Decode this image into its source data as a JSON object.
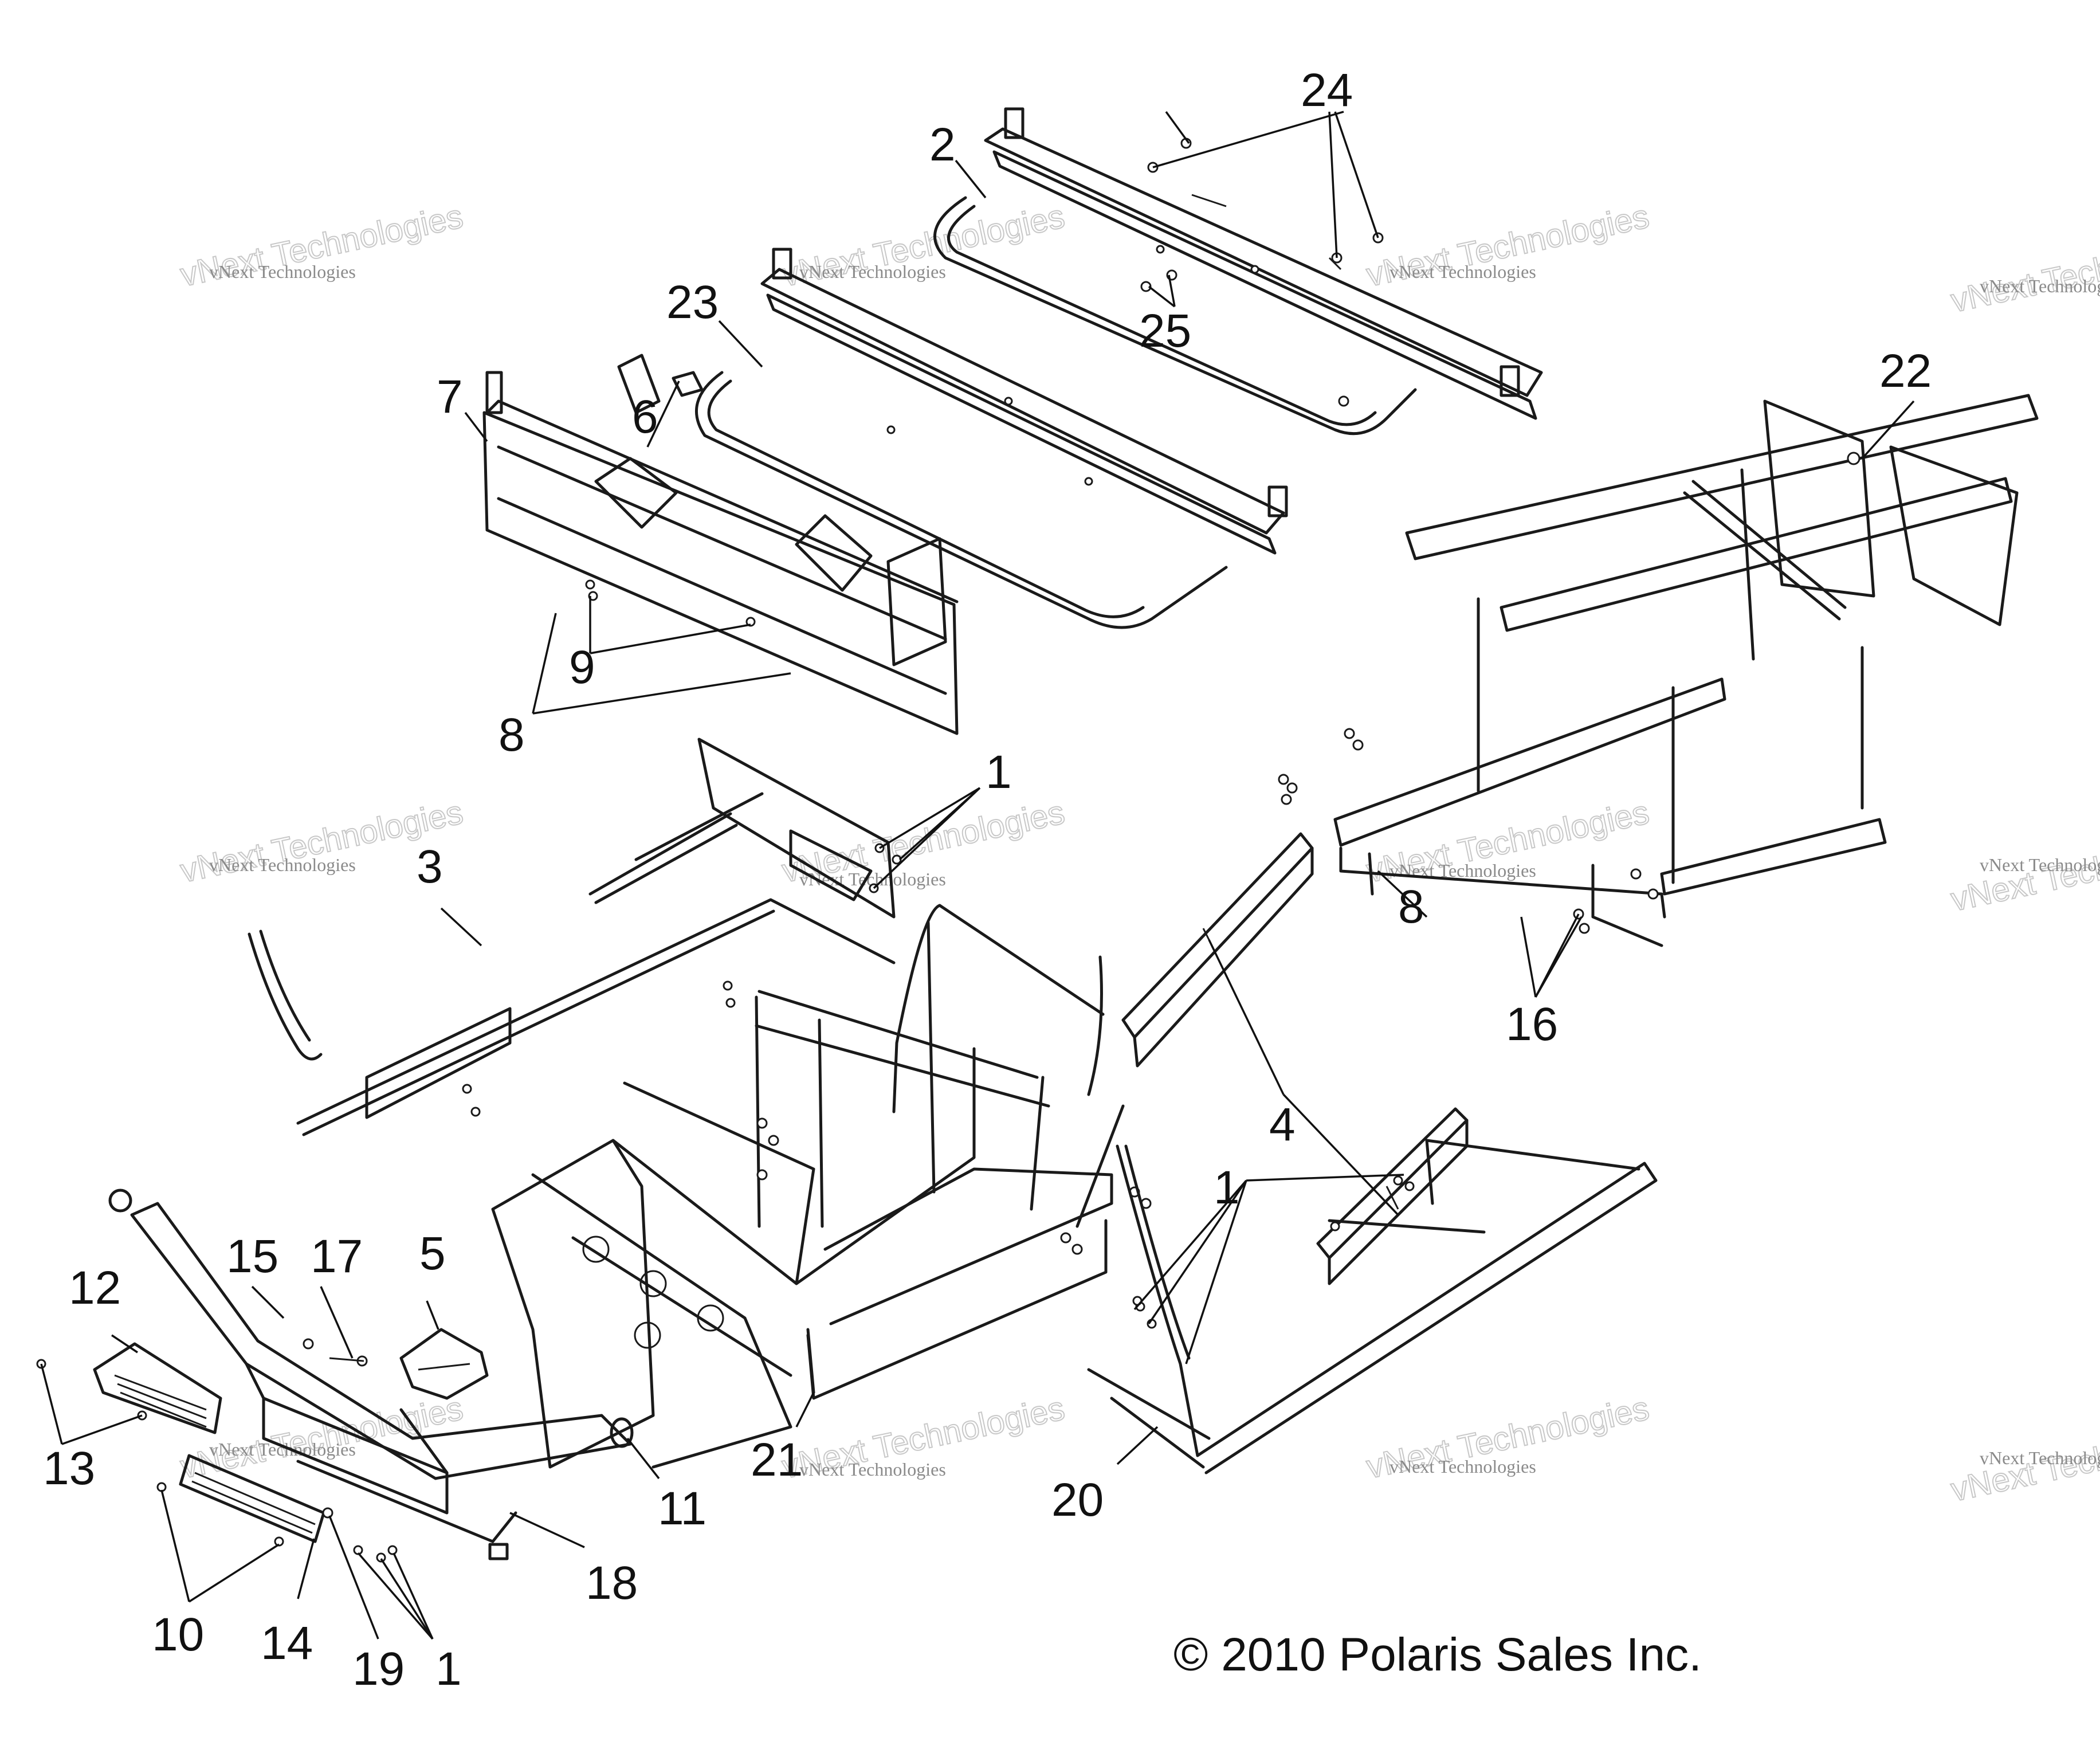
{
  "callouts": {
    "c24": "24",
    "c2": "2",
    "c23": "23",
    "c25": "25",
    "c7": "7",
    "c6": "6",
    "c22": "22",
    "c9": "9",
    "c8a": "8",
    "c1a": "1",
    "c3": "3",
    "c8b": "8",
    "c16": "16",
    "c4": "4",
    "c1b": "1",
    "c15": "15",
    "c17": "17",
    "c5": "5",
    "c12": "12",
    "c13": "13",
    "c21": "21",
    "c11": "11",
    "c20": "20",
    "c18": "18",
    "c10": "10",
    "c14": "14",
    "c19": "19",
    "c1c": "1"
  },
  "watermark": {
    "line1": "vNext Technologies",
    "line2": "vNext Technologies"
  },
  "copyright": "© 2010 Polaris Sales Inc."
}
